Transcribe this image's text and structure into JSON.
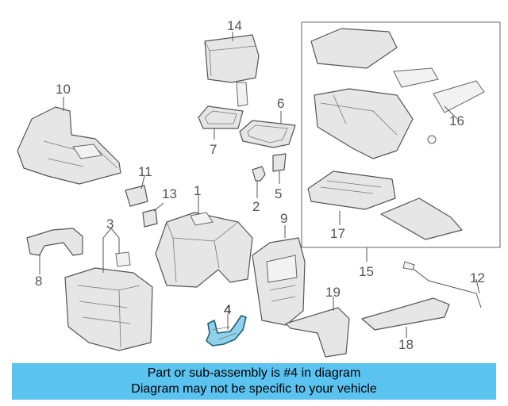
{
  "diagram": {
    "highlight_color": "#8fd0ea",
    "highlighted_part": "4",
    "callouts": [
      "1",
      "2",
      "3",
      "4",
      "5",
      "6",
      "7",
      "8",
      "9",
      "10",
      "11",
      "12",
      "13",
      "14",
      "15",
      "16",
      "17",
      "18",
      "19"
    ]
  },
  "banner": {
    "line1": "Part or sub-assembly is #4 in diagram",
    "line2": "Diagram may not be specific to your vehicle",
    "color": "#5bc3f0"
  }
}
